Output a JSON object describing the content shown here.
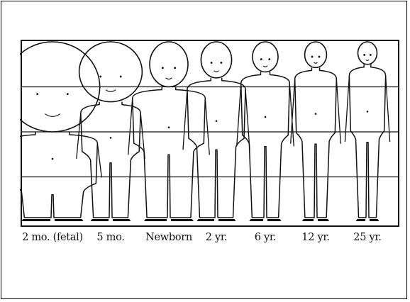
{
  "figure": {
    "stages": [
      {
        "label": "2 mo. (fetal)",
        "head_fraction": 0.5
      },
      {
        "label": "5 mo.",
        "head_fraction": 0.333
      },
      {
        "label": "Newborn",
        "head_fraction": 0.25
      },
      {
        "label": "2 yr.",
        "head_fraction": 0.2
      },
      {
        "label": "6 yr.",
        "head_fraction": 0.167
      },
      {
        "label": "12 yr.",
        "head_fraction": 0.143
      },
      {
        "label": "25 yr.",
        "head_fraction": 0.125
      }
    ],
    "colors": {
      "ink": "#111111",
      "paper": "#ffffff",
      "frame": "#000000"
    }
  }
}
